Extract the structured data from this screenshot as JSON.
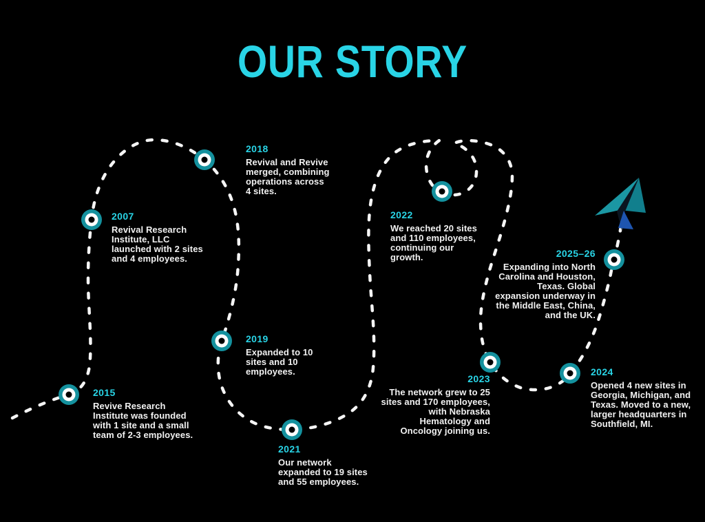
{
  "title": "OUR STORY",
  "colors": {
    "accent_cyan": "#29D4E6",
    "marker_teal": "#14919E",
    "plane_teal_light": "#1B97A3",
    "plane_teal_dark": "#117F8D",
    "plane_blue": "#1E55B0",
    "dash_white": "#FFFFFF",
    "body_text": "#F1F1F1",
    "background": "#000000"
  },
  "icons": {
    "paper_plane": "paper-plane-icon",
    "milestone_marker": "donut-circle-marker"
  },
  "milestones": [
    {
      "year": "2007",
      "text": "Revival Research Institute, LLC launched with 2 sites and 4 employees."
    },
    {
      "year": "2015",
      "text": "Revive Research Institute was founded with 1 site and a small team of 2-3 employees."
    },
    {
      "year": "2018",
      "text": "Revival and Revive merged, combining operations across 4 sites."
    },
    {
      "year": "2019",
      "text": "Expanded to 10 sites and 10 employees."
    },
    {
      "year": "2021",
      "text": "Our network expanded to 19 sites and 55 employees."
    },
    {
      "year": "2022",
      "text": "We reached 20 sites and 110 employees, continuing our growth."
    },
    {
      "year": "2023",
      "text": "The network grew to 25 sites and 170 employees, with Nebraska Hematology and Oncology joining us."
    },
    {
      "year": "2024",
      "text": "Opened 4 new sites in Georgia, Michigan, and Texas. Moved to a new, larger headquarters in Southfield, MI."
    },
    {
      "year": "2025–26",
      "text": "Expanding into North Carolina and Houston, Texas. Global expansion underway in the Middle East, China, and the UK."
    }
  ]
}
